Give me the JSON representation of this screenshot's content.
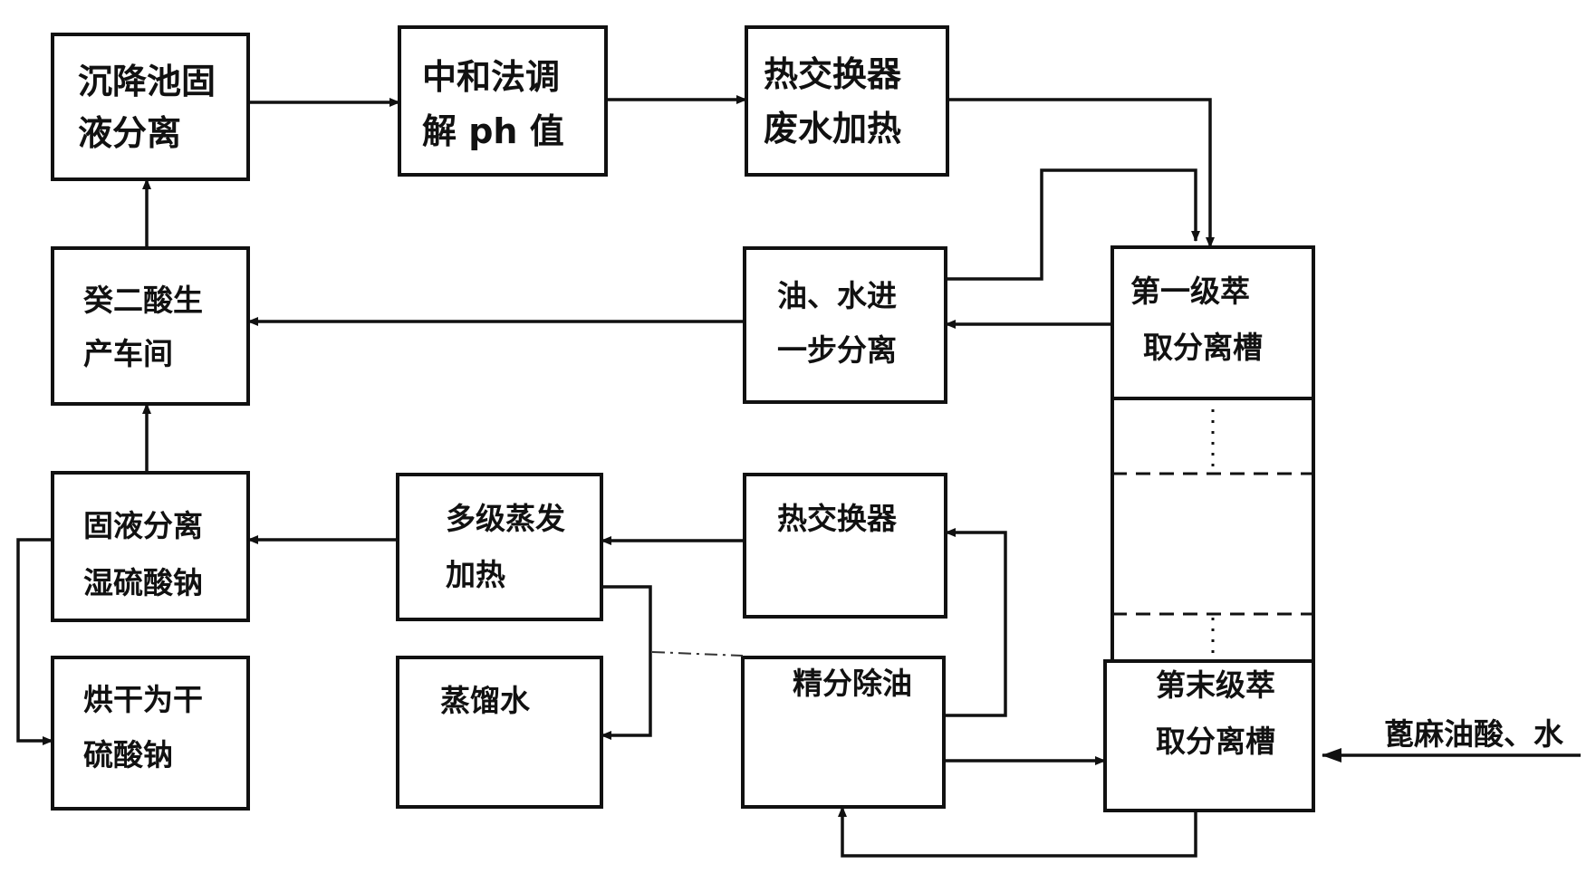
{
  "boxes": {
    "settling": [
      "沉降池固",
      "液分离"
    ],
    "neutralize": [
      "中和法调",
      "解 ph 值"
    ],
    "hx_top": [
      "热交换器",
      "废水加热"
    ],
    "sebacic": [
      "癸二酸生",
      "产车间"
    ],
    "oil_water_sep": [
      "油、水进",
      "一步分离"
    ],
    "first_stage": [
      "第一级萃",
      "取分离槽"
    ],
    "solid_liquid": [
      "固液分离",
      "湿硫酸钠"
    ],
    "evaporation": [
      "多级蒸发",
      "加热"
    ],
    "hx_mid": [
      "热交换器"
    ],
    "drying": [
      "烘干为干",
      "硫酸钠"
    ],
    "distilled_water": [
      "蒸馏水"
    ],
    "fine_oil_removal": [
      "精分除油"
    ],
    "last_stage": [
      "第末级萃",
      "取分离槽"
    ]
  },
  "input_label": "蓖麻油酸、水"
}
